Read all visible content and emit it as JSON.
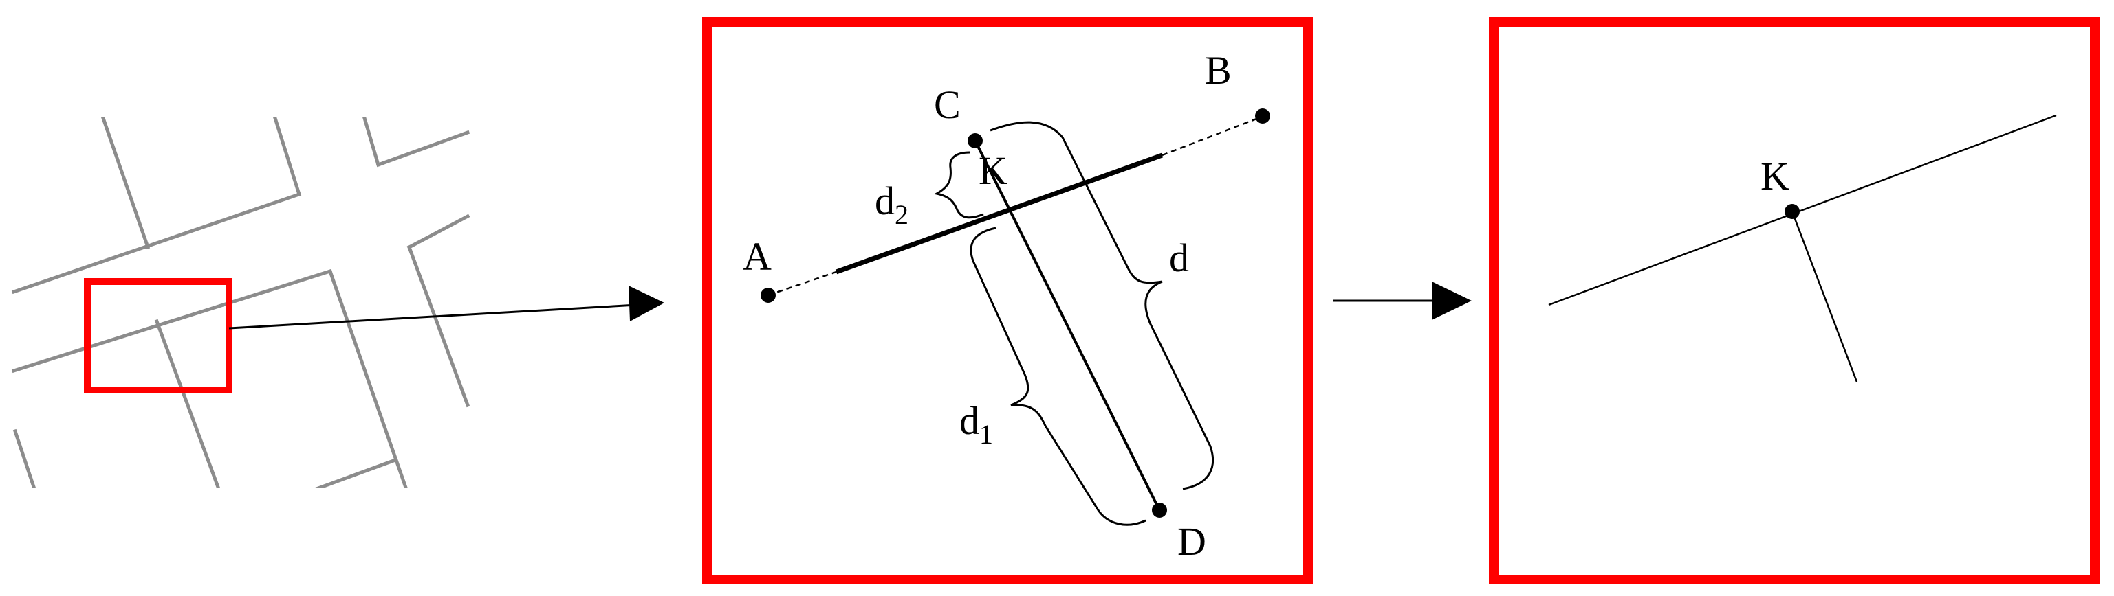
{
  "colors": {
    "frame": "#ff0000",
    "line": "#000000",
    "street": "#8c8c8c",
    "background": "#ffffff"
  },
  "middle_panel": {
    "point_a": "A",
    "point_b": "B",
    "point_c": "C",
    "point_d": "D",
    "point_k": "K",
    "label_d": "d",
    "label_d1_main": "d",
    "label_d1_sub": "1",
    "label_d2_main": "d",
    "label_d2_sub": "2"
  },
  "right_panel": {
    "point_k": "K"
  }
}
